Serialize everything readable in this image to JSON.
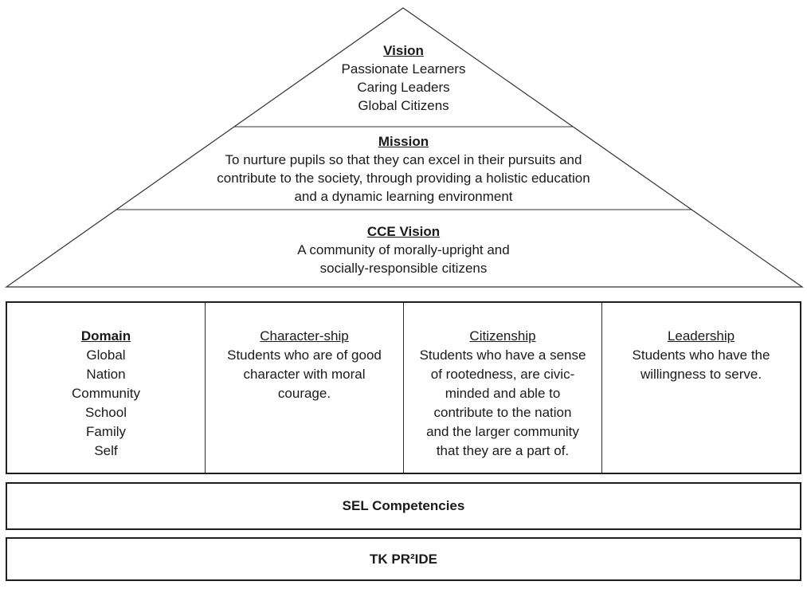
{
  "pyramid": {
    "vision": {
      "title": "Vision",
      "body": "Passionate Learners\nCaring Leaders\nGlobal Citizens"
    },
    "mission": {
      "title": "Mission",
      "body": "To nurture pupils so that they can excel in their pursuits and\ncontribute to the society, through providing a holistic education\nand a dynamic learning environment"
    },
    "cce_vision": {
      "title": "CCE Vision",
      "body": "A community of morally-upright and\nsocially-responsible citizens"
    }
  },
  "table": {
    "columns": [
      {
        "title": "Domain",
        "body": "Global\nNation\nCommunity\nSchool\nFamily\nSelf"
      },
      {
        "title": "Character-ship",
        "body": "Students who are of good\ncharacter with moral\ncourage."
      },
      {
        "title": "Citizenship",
        "body": "Students who have a sense\nof rootedness, are civic-\nminded and able to\ncontribute to the nation\nand the larger community\nthat they are a part of."
      },
      {
        "title": "Leadership",
        "body": "Students who have the\nwillingness to serve."
      }
    ]
  },
  "bars": {
    "sel_label": "SEL Competencies",
    "tk_label": "TK PR²IDE"
  },
  "colors": {
    "background": "#ffffff",
    "text": "#1a1a1a",
    "pyramid_line": "#333333",
    "box_border": "#1f1f1f"
  }
}
